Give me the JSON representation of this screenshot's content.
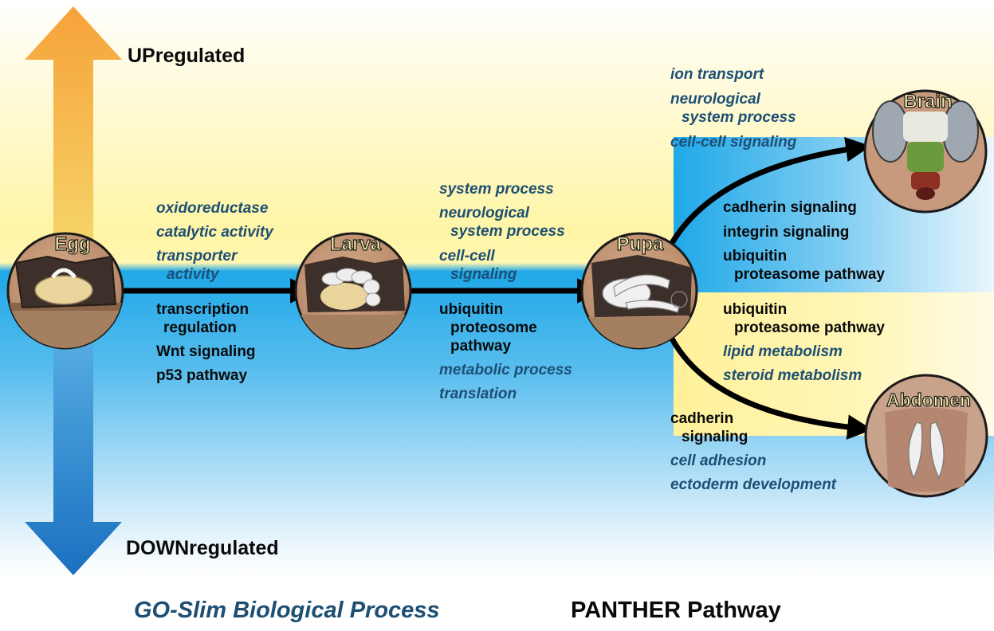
{
  "axis": {
    "up_label": "UPregulated",
    "down_label": "DOWNregulated"
  },
  "stages": {
    "egg": "Egg",
    "larva": "Larva",
    "pupa": "Pupa",
    "brain": "Brain",
    "abdomen": "Abdomen"
  },
  "egg_to_larva": {
    "up": [
      "oxidoreductase",
      "catalytic activity",
      "transporter",
      "activity"
    ],
    "down": [
      "transcription",
      "regulation",
      "Wnt signaling",
      "p53 pathway"
    ]
  },
  "larva_to_pupa": {
    "up": [
      "system process",
      "neurological",
      "system process",
      "cell-cell",
      "signaling"
    ],
    "down_pathway": [
      "ubiquitin",
      "proteosome",
      "pathway"
    ],
    "down_process": [
      "metabolic process",
      "translation"
    ]
  },
  "pupa_to_brain": {
    "up": [
      "ion transport",
      "neurological",
      "system process",
      "cell-cell signaling"
    ],
    "down": [
      "cadherin signaling",
      "integrin signaling",
      "ubiquitin",
      "proteasome pathway"
    ]
  },
  "pupa_to_abdomen": {
    "up_pathway": [
      "ubiquitin",
      "proteasome pathway"
    ],
    "up_process": [
      "lipid metabolism",
      "steroid metabolism"
    ],
    "down_pathway": [
      "cadherin",
      "signaling"
    ],
    "down_process": [
      "cell adhesion",
      "ectoderm development"
    ]
  },
  "legend": {
    "go_slim": "GO-Slim Biological Process",
    "panther": "PANTHER Pathway"
  },
  "colors": {
    "up_yellow": "#fff5a8",
    "down_blue": "#1aa6e6",
    "arrow_up": "#f4a43a",
    "arrow_down": "#1576c2",
    "go_text": "#1d4f74",
    "pathway_text": "#0a0a0a",
    "stage_label_fill": "#f2ecaa"
  },
  "icons": [
    "double-headed-vertical-arrow",
    "egg-illustration",
    "larva-illustration",
    "pupa-illustration",
    "brain-illustration",
    "abdomen-illustration"
  ]
}
